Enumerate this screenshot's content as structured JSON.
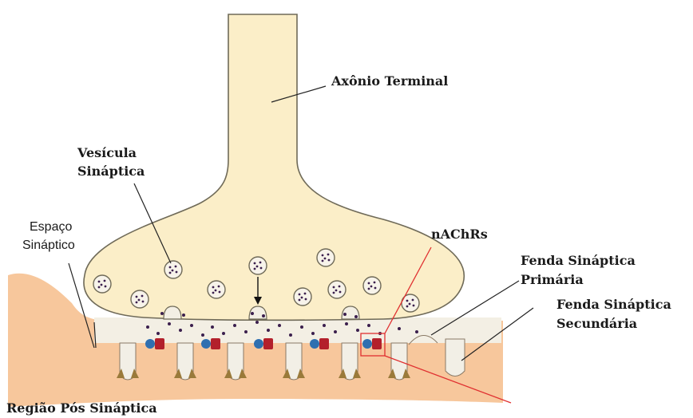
{
  "labels": {
    "axon_terminal": "Axônio Terminal",
    "vesicle_line1": "Vesícula",
    "vesicle_line2": "Sináptica",
    "space_line1": "Espaço",
    "space_line2": "Sináptico",
    "nachrs": "nAChRs",
    "primary_cleft_line1": "Fenda Sináptica",
    "primary_cleft_line2": "Primária",
    "secondary_cleft_line1": "Fenda Sináptica",
    "secondary_cleft_line2": "Secundária",
    "postsynaptic_region": "Região Pós Sináptica"
  },
  "colors": {
    "axon_fill": "#fbeec8",
    "axon_stroke": "#6f6a58",
    "postsynaptic_fill": "#f7c79c",
    "cleft_fill": "#f0efe8",
    "receptor_blue": "#2f6fb0",
    "receptor_red": "#b3202b",
    "anchor_brown": "#9a7a3a",
    "highlight_red": "#e03030",
    "dot": "#3b1f4d"
  }
}
